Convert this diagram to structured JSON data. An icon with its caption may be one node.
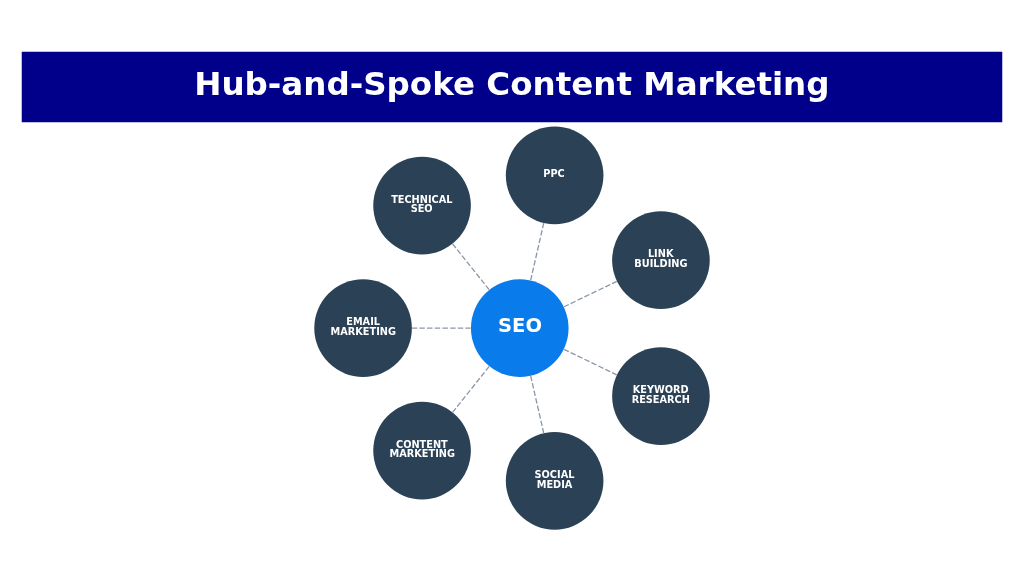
{
  "diagram": {
    "title": "Hub-and-Spoke Content Marketing",
    "nodes": [
      {
        "text": [
          "SEO"
        ]
      },
      {
        "text": [
          "PPC"
        ]
      },
      {
        "text": [
          "LINK BUILDING"
        ]
      },
      {
        "text": [
          "KEYWORD RESEARCH"
        ]
      },
      {
        "text": [
          "SOCIAL MEDIA"
        ]
      },
      {
        "text": [
          "CONTENT MARKETING"
        ]
      },
      {
        "text": [
          "EMAIL MARKETING"
        ]
      },
      {
        "text": [
          "TECHNICAL SEO"
        ]
      }
    ],
    "edges": [
      {
        "from": 0,
        "to": 1,
        "arrow": "none",
        "style": "dashed"
      },
      {
        "from": 0,
        "to": 2,
        "arrow": "none",
        "style": "dashed"
      },
      {
        "from": 0,
        "to": 3,
        "arrow": "none",
        "style": "dashed"
      },
      {
        "from": 0,
        "to": 4,
        "arrow": "none",
        "style": "dashed"
      },
      {
        "from": 0,
        "to": 5,
        "arrow": "none",
        "style": "dashed"
      },
      {
        "from": 0,
        "to": 6,
        "arrow": "none",
        "style": "dashed"
      },
      {
        "from": 0,
        "to": 7,
        "arrow": "none",
        "style": "dashed"
      }
    ]
  }
}
